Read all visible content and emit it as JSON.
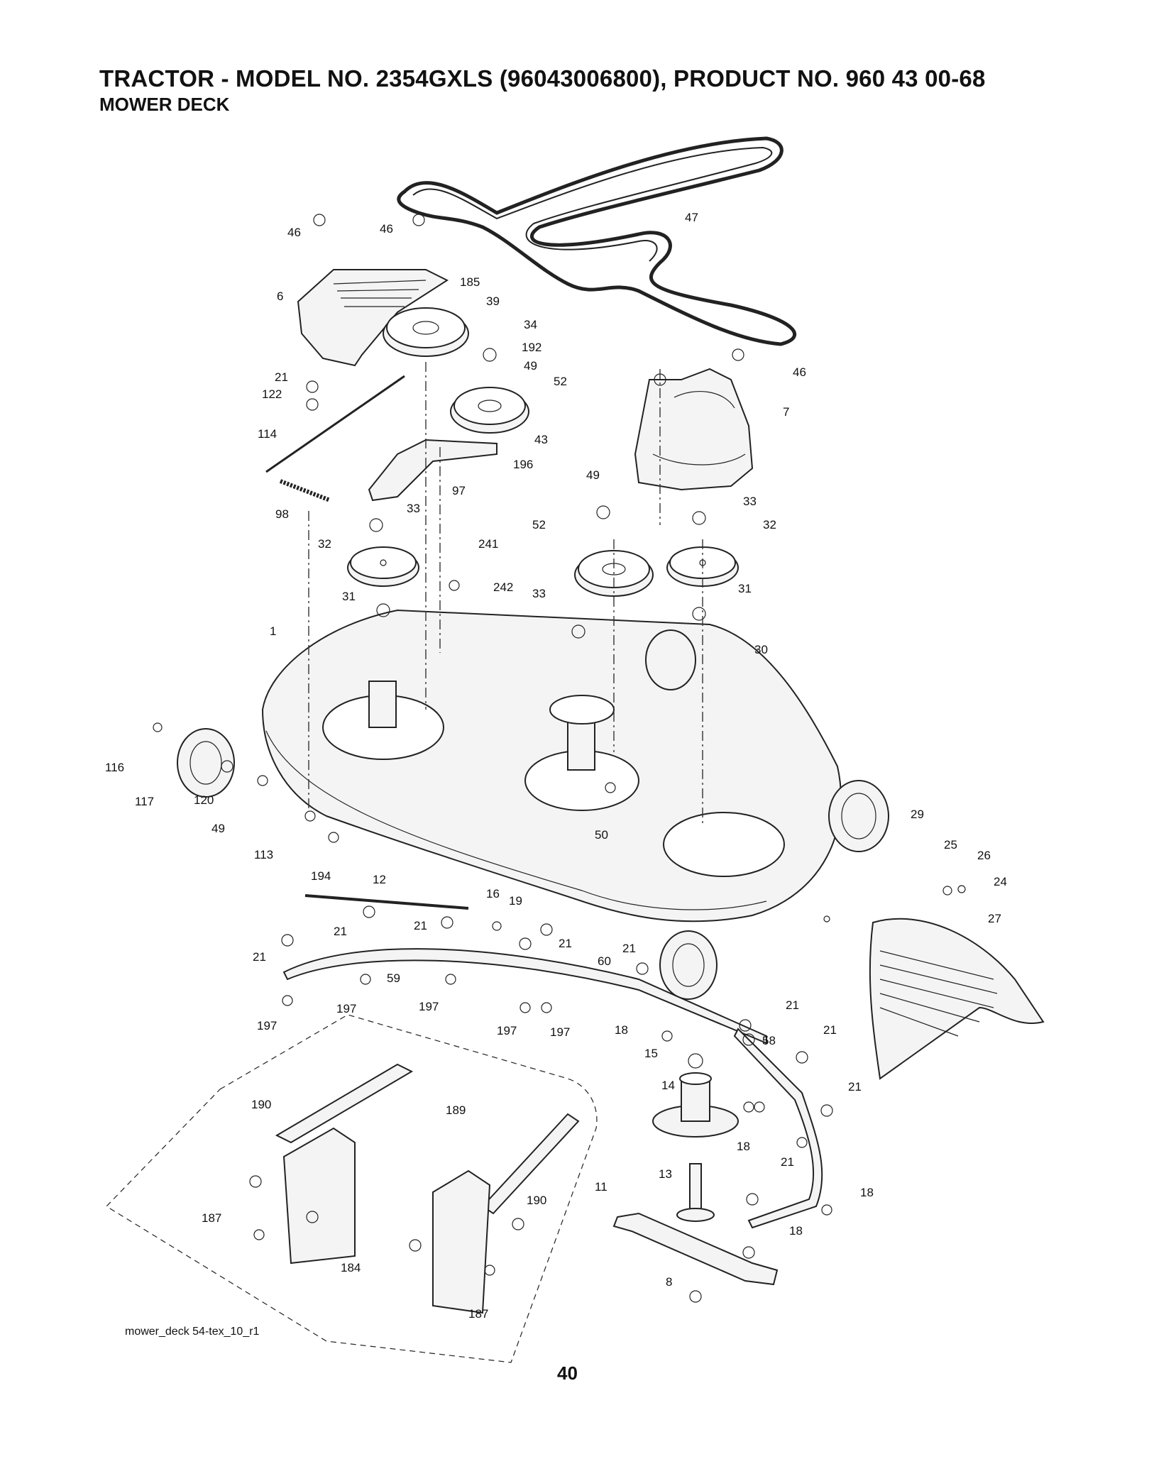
{
  "header": {
    "title": "TRACTOR - MODEL NO. 2354GXLS (96043006800), PRODUCT NO. 960 43 00-68",
    "subtitle": "MOWER DECK"
  },
  "footer": {
    "figure_code": "mower_deck 54-tex_10_r1",
    "page_number": "40"
  },
  "callouts": [
    "46",
    "46",
    "47",
    "185",
    "6",
    "39",
    "34",
    "192",
    "49",
    "52",
    "21",
    "122",
    "46",
    "7",
    "114",
    "43",
    "196",
    "97",
    "98",
    "33",
    "49",
    "33",
    "32",
    "241",
    "52",
    "32",
    "31",
    "242",
    "33",
    "31",
    "1",
    "30",
    "116",
    "117",
    "120",
    "49",
    "50",
    "29",
    "113",
    "194",
    "25",
    "26",
    "24",
    "12",
    "16",
    "19",
    "27",
    "21",
    "21",
    "21",
    "21",
    "21",
    "59",
    "60",
    "197",
    "197",
    "197",
    "197",
    "197",
    "18",
    "21",
    "58",
    "21",
    "15",
    "21",
    "14",
    "18",
    "190",
    "189",
    "13",
    "21",
    "18",
    "11",
    "190",
    "187",
    "184",
    "18",
    "187",
    "8"
  ]
}
